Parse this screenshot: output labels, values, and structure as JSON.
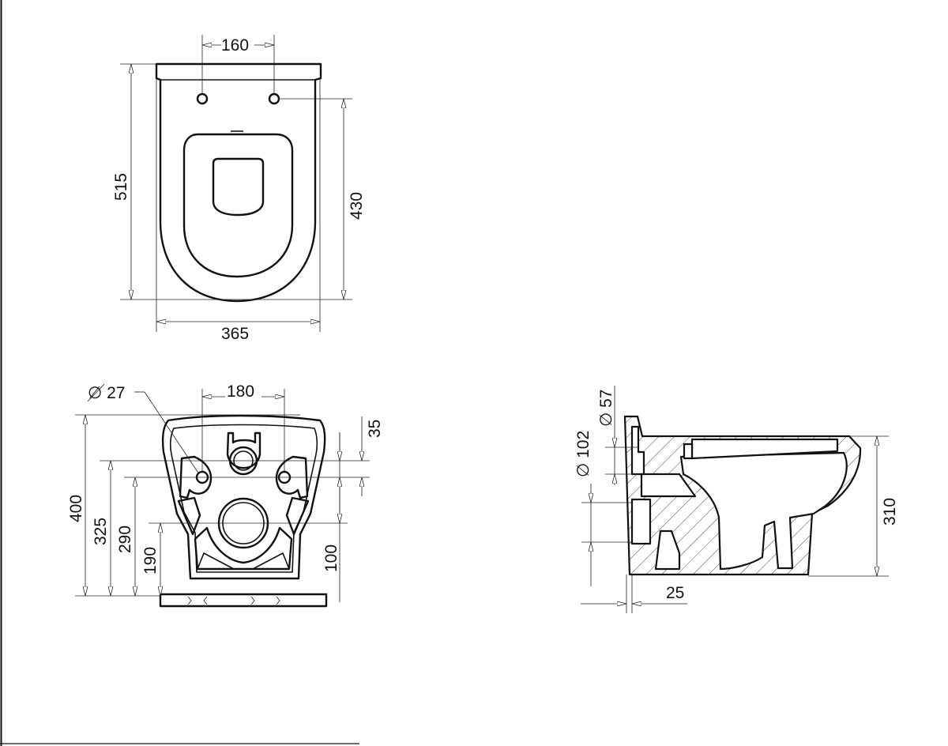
{
  "top_view": {
    "bolt_spacing": "160",
    "length_total": "515",
    "length_to_bolts": "430",
    "width": "365"
  },
  "rear_view": {
    "hole_diameter": "∅ 27",
    "hole_spacing": "180",
    "offset_top": "35",
    "height_total": "400",
    "height_bolt_upper": "325",
    "height_bolt_lower": "290",
    "height_outlet": "190",
    "height_small": "100"
  },
  "side_view": {
    "inlet_diameter": "∅ 57",
    "outlet_diameter": "∅ 102",
    "height": "310",
    "wall_offset": "25"
  }
}
